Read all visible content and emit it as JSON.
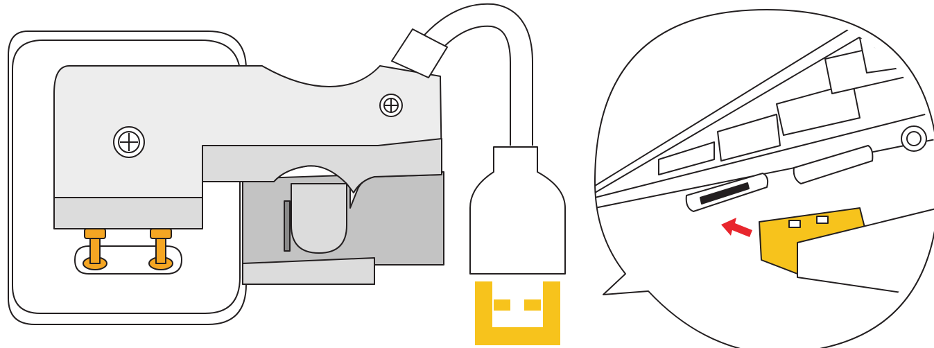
{
  "colors": {
    "outline": "#231f20",
    "body_fill": "#ffffff",
    "clip_fill": "#ededed",
    "clip_side": "#dcdcdc",
    "clip_dark": "#c3c3c3",
    "pin": "#f5a623",
    "usb_yellow": "#f7c31c",
    "arrow_red": "#e8262d"
  },
  "icons": {
    "screws": "screw-icon",
    "pins": "pogo-pin-icon",
    "usb_symbol": "usb-connector-icon",
    "insert_arrow": "insert-arrow-icon"
  },
  "diagram": {
    "left_part": "charging-clip-with-pogo-pins",
    "middle_part": "usb-cable-plug",
    "right_part": "laptop-usb-port-callout"
  }
}
